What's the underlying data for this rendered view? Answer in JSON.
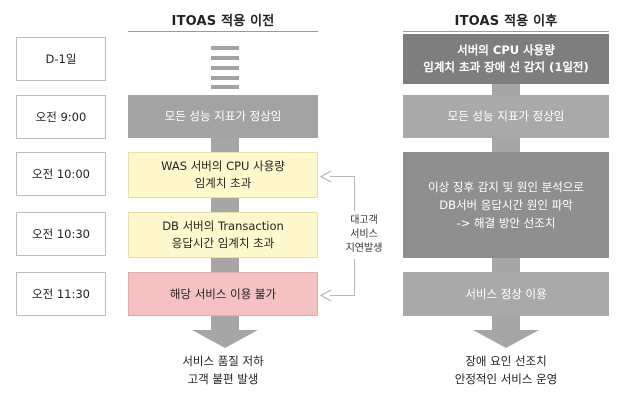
{
  "titles": {
    "before": "ITOAS 적용 이전",
    "after": "ITOAS 적용 이후"
  },
  "times": [
    "D-1일",
    "오전 9:00",
    "오전 10:00",
    "오전 10:30",
    "오전 11:30"
  ],
  "before": {
    "box_9": "모든 성능 지표가 정상임",
    "box_10_line1": "WAS 서버의 CPU 사용량",
    "box_10_line2": "임계치 초과",
    "box_1030_line1": "DB 서버의 Transaction",
    "box_1030_line2": "응답시간 임계치 초과",
    "box_1130": "해당 서비스 이용 불가",
    "outcome_line1": "서비스 품질 저하",
    "outcome_line2": "고객 불편 발생"
  },
  "side_note": {
    "line1": "대고객",
    "line2": "서비스",
    "line3": "지연발생"
  },
  "after": {
    "box_d1_line1": "서버의 CPU 사용량",
    "box_d1_line2": "임계치 초과 장애 선 감지 (1일전)",
    "box_9": "모든 성능 지표가 정상임",
    "box_mid_line1": "이상 징후 감지 및 원인 분석으로",
    "box_mid_line2": "DB서버 응답시간 원인 파악",
    "box_mid_line3": "-> 해결 방안 선조치",
    "box_1130": "서비스 정상 이용",
    "outcome_line1": "장애 요인 선조치",
    "outcome_line2": "안정적인 서비스 운영"
  },
  "colors": {
    "gray": "#a3a3a3",
    "dark_gray": "#7e7e7e",
    "yellow": "#fff8cc",
    "pink": "#f4c2c2"
  }
}
